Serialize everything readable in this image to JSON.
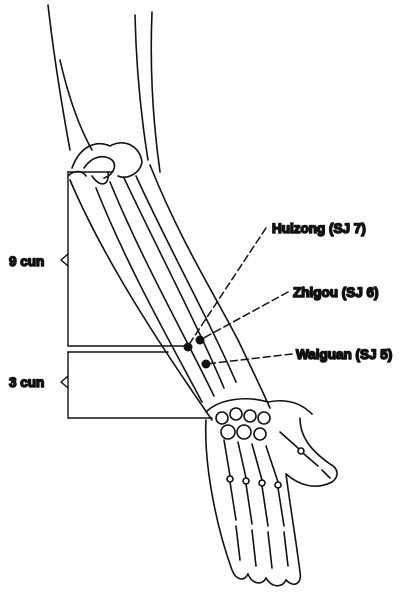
{
  "diagram": {
    "measurements": [
      {
        "id": "upper",
        "text": "9 cun"
      },
      {
        "id": "lower",
        "text": "3 cun"
      }
    ],
    "points": [
      {
        "id": "sj7",
        "text": "Huizong (SJ 7)"
      },
      {
        "id": "sj6",
        "text": "Zhigou (SJ 6)"
      },
      {
        "id": "sj5",
        "text": "Waiguan (SJ 5)"
      }
    ]
  }
}
